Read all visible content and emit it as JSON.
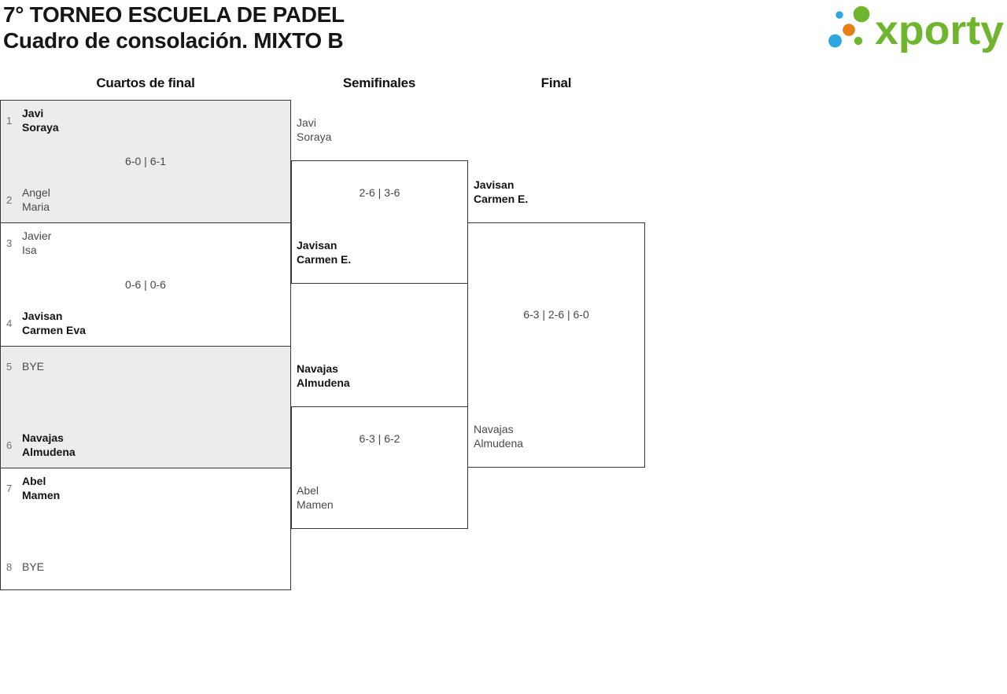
{
  "header": {
    "title_line1": "7° TORNEO ESCUELA DE PADEL",
    "title_line2": "Cuadro de consolación. MIXTO B",
    "logo_text": "xporty"
  },
  "colors": {
    "brand_green": "#6fb52d",
    "brand_blue": "#2da7e0",
    "brand_orange": "#e77f17",
    "box_border": "#373737",
    "box_fill_alt": "#ececec",
    "winner_text": "#131313",
    "loser_text": "#4a4a4a"
  },
  "rounds": [
    {
      "label": "Cuartos de final"
    },
    {
      "label": "Semifinales"
    },
    {
      "label": "Final"
    }
  ],
  "bracket": {
    "quarterfinals": [
      {
        "score": "6-0 | 6-1",
        "top": {
          "seed": "1",
          "line1": "Javi",
          "line2": "Soraya",
          "winner": true
        },
        "bottom": {
          "seed": "2",
          "line1": "Angel",
          "line2": "Maria",
          "winner": false
        }
      },
      {
        "score": "0-6 | 0-6",
        "top": {
          "seed": "3",
          "line1": "Javier",
          "line2": "Isa",
          "winner": false
        },
        "bottom": {
          "seed": "4",
          "line1": "Javisan",
          "line2": "Carmen Eva",
          "winner": true
        }
      },
      {
        "score": "",
        "top": {
          "seed": "5",
          "line1": "BYE",
          "line2": "",
          "winner": false
        },
        "bottom": {
          "seed": "6",
          "line1": "Navajas",
          "line2": "Almudena",
          "winner": true
        }
      },
      {
        "score": "",
        "top": {
          "seed": "7",
          "line1": "Abel",
          "line2": "Mamen",
          "winner": true
        },
        "bottom": {
          "seed": "8",
          "line1": "BYE",
          "line2": "",
          "winner": false
        }
      }
    ],
    "semifinals": [
      {
        "score": "2-6 | 3-6",
        "top": {
          "line1": "Javi",
          "line2": "Soraya",
          "winner": false
        },
        "bottom": {
          "line1": "Javisan",
          "line2": "Carmen E.",
          "winner": true
        }
      },
      {
        "score": "6-3 | 6-2",
        "top": {
          "line1": "Navajas",
          "line2": "Almudena",
          "winner": true
        },
        "bottom": {
          "line1": "Abel",
          "line2": "Mamen",
          "winner": false
        }
      }
    ],
    "final": {
      "score": "6-3 | 2-6 | 6-0",
      "top": {
        "line1": "Javisan",
        "line2": "Carmen E.",
        "winner": true
      },
      "bottom": {
        "line1": "Navajas",
        "line2": "Almudena",
        "winner": false
      }
    }
  }
}
